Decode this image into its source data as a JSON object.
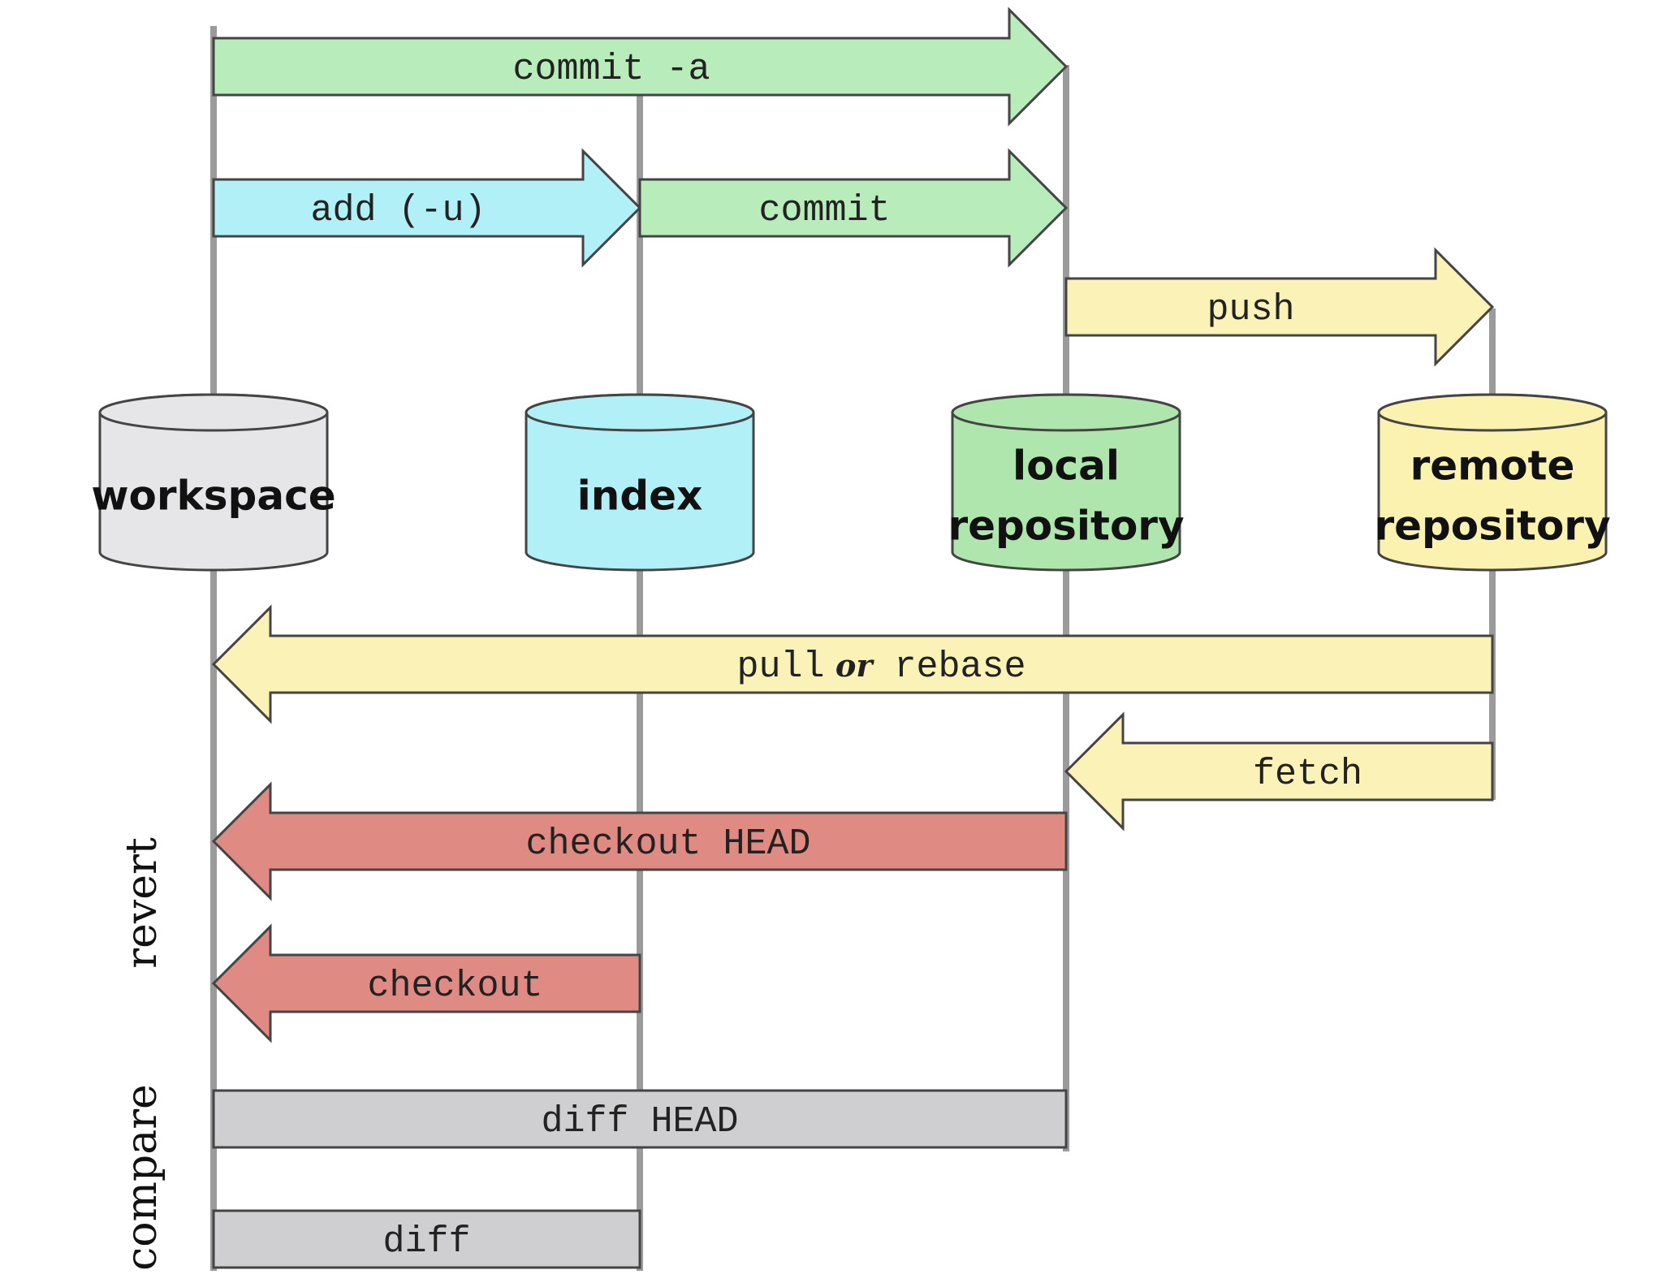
{
  "colors": {
    "lifeline": "#9b9b9b",
    "outline": "#444444",
    "text": "#222222",
    "green": "#b8ecbb",
    "cyan": "#b2f0f7",
    "yellow": "#fbf2b8",
    "red": "#df8a82",
    "gray": "#cfcfd1",
    "cyl_workspace": "#e6e6e8",
    "cyl_index": "#b2f0f7",
    "cyl_local": "#aee6ad",
    "cyl_remote": "#fbf2b0"
  },
  "stores": [
    {
      "id": "workspace",
      "lines": [
        "workspace"
      ]
    },
    {
      "id": "index",
      "lines": [
        "index"
      ]
    },
    {
      "id": "local",
      "lines": [
        "local",
        "repository"
      ]
    },
    {
      "id": "remote",
      "lines": [
        "remote",
        "repository"
      ]
    }
  ],
  "operations": [
    {
      "id": "commit-a",
      "label": "commit -a",
      "from": "workspace",
      "to": "local",
      "color": "green"
    },
    {
      "id": "add-u",
      "label": "add (-u)",
      "from": "workspace",
      "to": "index",
      "color": "cyan"
    },
    {
      "id": "commit",
      "label": "commit",
      "from": "index",
      "to": "local",
      "color": "green"
    },
    {
      "id": "push",
      "label": "push",
      "from": "local",
      "to": "remote",
      "color": "yellow"
    },
    {
      "id": "pull-or-rebase",
      "label_parts": [
        "pull",
        "or",
        "rebase"
      ],
      "from": "remote",
      "to": "workspace",
      "color": "yellow"
    },
    {
      "id": "fetch",
      "label": "fetch",
      "from": "remote",
      "to": "local",
      "color": "yellow"
    },
    {
      "id": "checkout-head",
      "label": "checkout HEAD",
      "from": "local",
      "to": "workspace",
      "color": "red"
    },
    {
      "id": "checkout",
      "label": "checkout",
      "from": "index",
      "to": "workspace",
      "color": "red"
    },
    {
      "id": "diff-head",
      "label": "diff HEAD",
      "from": "workspace",
      "to": "local",
      "color": "gray"
    },
    {
      "id": "diff",
      "label": "diff",
      "from": "workspace",
      "to": "index",
      "color": "gray"
    }
  ],
  "groups": {
    "revert": "revert",
    "compare": "compare"
  }
}
